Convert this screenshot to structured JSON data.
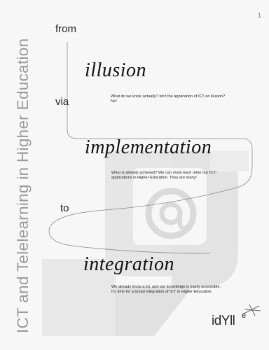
{
  "side_title": "ICT and Telelearning in Higher Education",
  "words": {
    "from": "from",
    "via": "via",
    "to": "to"
  },
  "stages": {
    "illusion": "illusion",
    "implementation": "implementation",
    "integration": "integration"
  },
  "blurbs": {
    "illusion_line1": "What do we know actually? Isn't the application of ICT an illusion?",
    "illusion_line2": "No!",
    "implementation_line1": "What is already achieved? We can show each other our ICT-",
    "implementation_line2": "applications in Higher Education. They are many!",
    "integration_line1": "We already know a lot, and our knowledge is easily accessible.",
    "integration_line2": "It's time for a broad integration of ICT in Higher Education."
  },
  "logo": {
    "text": "idYll",
    "superscript": "e"
  },
  "corner_mark": "1",
  "colors": {
    "background": "#f7f7f7",
    "shapes": "#e4e4e4",
    "side_title": "#9a9a9a"
  }
}
